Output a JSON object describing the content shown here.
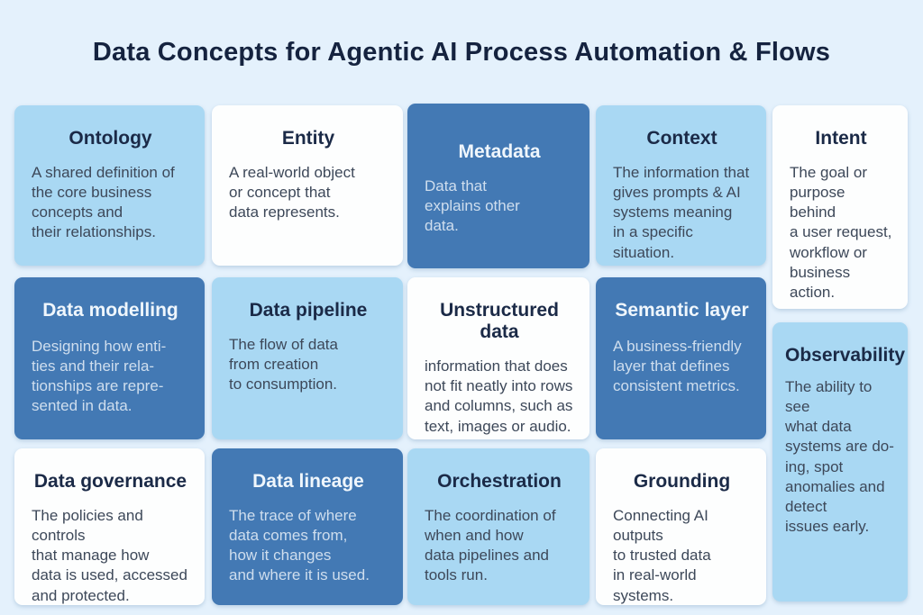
{
  "page": {
    "title": "Data Concepts for Agentic AI Process Automation & Flows"
  },
  "colors": {
    "background": "#e4f1fc",
    "card_light_blue": "#a9d8f3",
    "card_medium_blue": "#4379b4",
    "card_white": "#fdfefe",
    "heading_navy": "#15233f",
    "body_dark": "#3d4859",
    "body_on_blue": "#cfdeee"
  },
  "cards": [
    {
      "name": "ontology",
      "variant": "light",
      "title": "Ontology",
      "body": "A shared definition of\nthe core business\nconcepts and\ntheir relationships."
    },
    {
      "name": "entity",
      "variant": "white",
      "title": "Entity",
      "body": "A real-world object\nor concept that\ndata represents."
    },
    {
      "name": "metadata",
      "variant": "mid",
      "title": "Metadata",
      "body": "Data that\nexplains other\ndata."
    },
    {
      "name": "context",
      "variant": "light",
      "title": "Context",
      "body": "The information that\ngives prompts & AI\nsystems meaning\nin a specific situation."
    },
    {
      "name": "intent",
      "variant": "white",
      "title": "Intent",
      "body": "The goal or\npurpose behind\na user request,\nworkflow or\nbusiness action."
    },
    {
      "name": "data-modelling",
      "variant": "mid",
      "title": "Data modelling",
      "body": "Designing how enti-\nties and their rela-\ntionships are repre-\nsented in data."
    },
    {
      "name": "data-pipeline",
      "variant": "light",
      "title": "Data pipeline",
      "body": "The flow of data\nfrom creation\nto consumption."
    },
    {
      "name": "unstructured-data",
      "variant": "white",
      "title": "Unstructured data",
      "body": "information that does\nnot fit neatly into rows\nand columns, such as\ntext, images or audio."
    },
    {
      "name": "semantic-layer",
      "variant": "mid",
      "title": "Semantic layer",
      "body": "A business-friendly\nlayer that defines\nconsistent metrics."
    },
    {
      "name": "observability",
      "variant": "light",
      "title": "Observability",
      "body": "The ability to see\nwhat data\nsystems are do-\ning, spot\nanomalies and\ndetect\nissues early."
    },
    {
      "name": "data-governance",
      "variant": "white",
      "title": "Data governance",
      "body": "The policies and controls\nthat manage how\ndata is used, accessed\nand protected."
    },
    {
      "name": "data-lineage",
      "variant": "mid",
      "title": "Data lineage",
      "body": "The trace of where\ndata comes from,\nhow it changes\nand where it is used."
    },
    {
      "name": "orchestration",
      "variant": "light",
      "title": "Orchestration",
      "body": "The coordination of\nwhen and how\ndata pipelines and\ntools run."
    },
    {
      "name": "grounding",
      "variant": "white",
      "title": "Grounding",
      "body": "Connecting AI outputs\nto trusted data\nin real-world systems."
    }
  ]
}
